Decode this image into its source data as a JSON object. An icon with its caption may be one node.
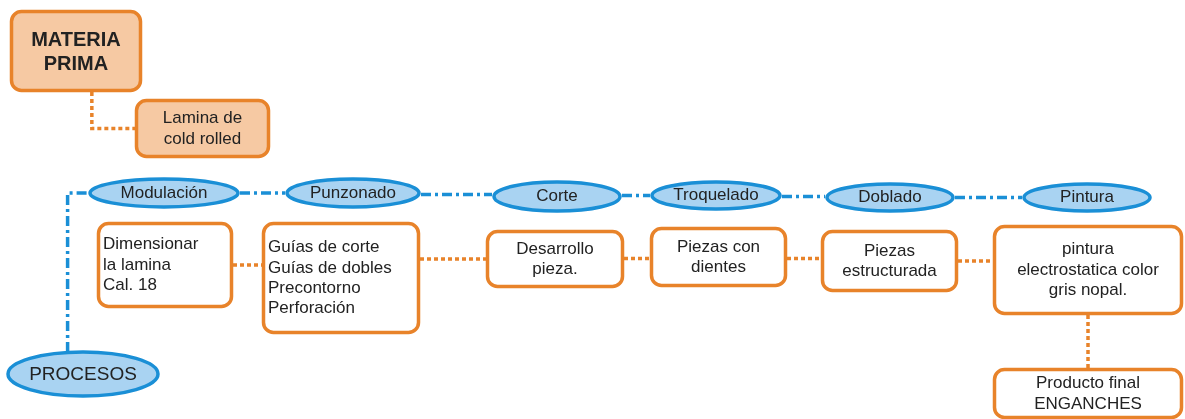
{
  "diagram": {
    "nodes": [
      {
        "text": [
          "MATERIA PRIMA"
        ]
      },
      {
        "text": [
          "Lamina de cold rolled"
        ]
      },
      {
        "text": [
          "Modulación"
        ]
      },
      {
        "text": [
          "Punzonado"
        ]
      },
      {
        "text": [
          "Corte"
        ]
      },
      {
        "text": [
          "Troquelado"
        ]
      },
      {
        "text": [
          "Doblado"
        ]
      },
      {
        "text": [
          "Pintura"
        ]
      },
      {
        "text": [
          "Dimensionar la lamina Cal. 18"
        ]
      },
      {
        "text": [
          "Guías de corte Guías de dobles Precontorno Perforación"
        ]
      },
      {
        "text": [
          "Desarrollo pieza."
        ]
      },
      {
        "text": [
          "Piezas con dientes"
        ]
      },
      {
        "text": [
          "Piezas estructurada"
        ]
      },
      {
        "text": [
          "pintura electrostatica color gris nopal."
        ]
      },
      {
        "text": [
          "Producto final ENGANCHES"
        ]
      },
      {
        "text": [
          "PROCESOS"
        ]
      }
    ],
    "edges": [
      {
        "from": 0,
        "to": 1,
        "arrow": "none",
        "style": "dashed"
      },
      {
        "from": 15,
        "to": 2,
        "arrow": "none",
        "style": "dashed",
        "color": "#1a8fd6"
      },
      {
        "from": 2,
        "to": 3,
        "arrow": "none",
        "style": "dashed",
        "color": "#1a8fd6"
      },
      {
        "from": 3,
        "to": 4,
        "arrow": "none",
        "style": "dashed",
        "color": "#1a8fd6"
      },
      {
        "from": 4,
        "to": 5,
        "arrow": "none",
        "style": "dashed",
        "color": "#1a8fd6"
      },
      {
        "from": 5,
        "to": 6,
        "arrow": "none",
        "style": "dashed",
        "color": "#1a8fd6"
      },
      {
        "from": 6,
        "to": 7,
        "arrow": "none",
        "style": "dashed",
        "color": "#1a8fd6"
      },
      {
        "from": 8,
        "to": 9,
        "arrow": "none",
        "style": "dashed"
      },
      {
        "from": 9,
        "to": 10,
        "arrow": "none",
        "style": "dashed"
      },
      {
        "from": 10,
        "to": 11,
        "arrow": "none",
        "style": "dashed"
      },
      {
        "from": 11,
        "to": 12,
        "arrow": "none",
        "style": "dashed"
      },
      {
        "from": 12,
        "to": 13,
        "arrow": "none",
        "style": "dashed"
      },
      {
        "from": 13,
        "to": 14,
        "arrow": "none",
        "style": "dashed"
      }
    ]
  }
}
